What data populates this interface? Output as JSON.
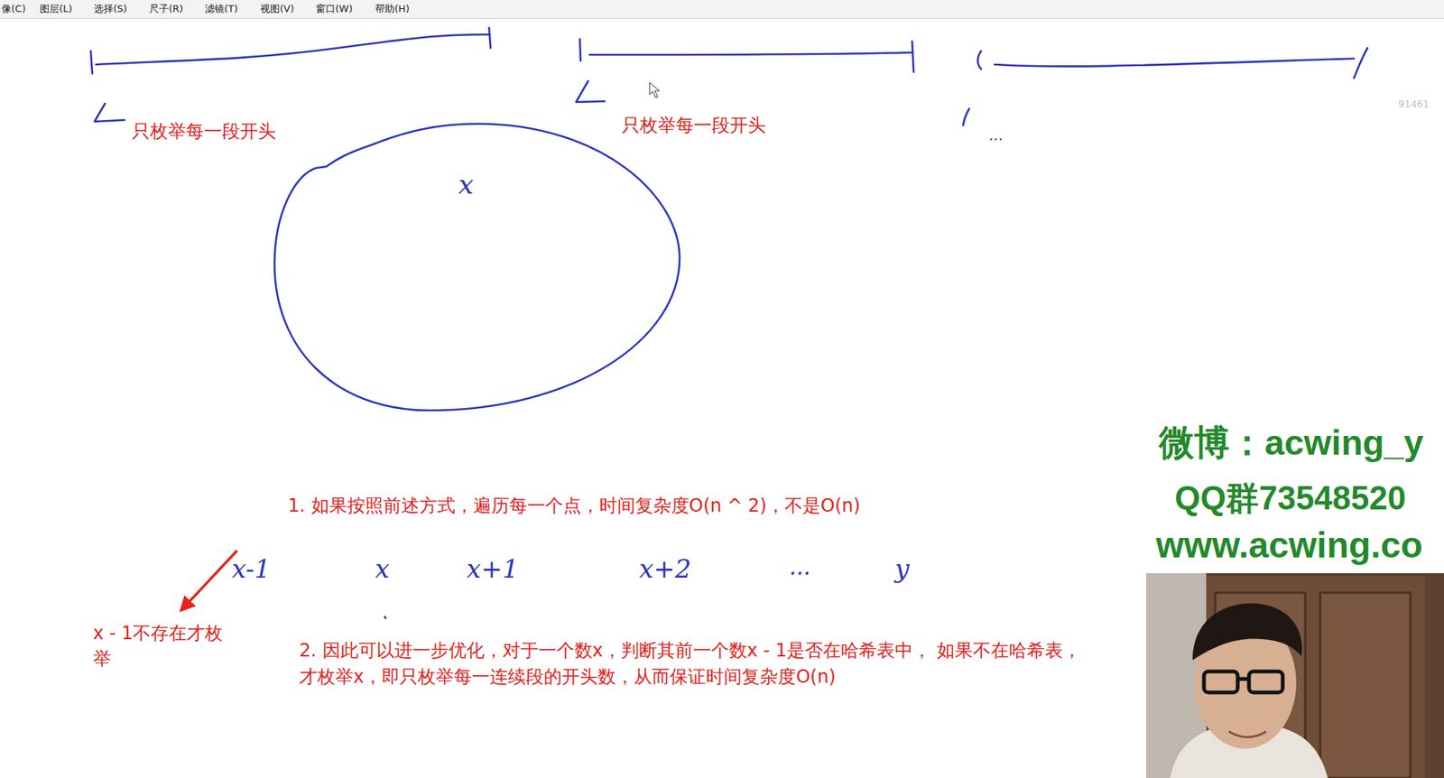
{
  "diagram": {
    "nodes": [
      {
        "text": [
          "x"
        ]
      }
    ],
    "edges": [],
    "labels": [
      "像(C)",
      "图层(L)",
      "选择(S)",
      "尺子(R)",
      "滤镜(T)",
      "视图(V)",
      "窗口(W)",
      "帮助(H)",
      "只枚举每一段开头",
      "只枚举每一段开头",
      "...",
      "91461",
      "1. 如果按照前述方式，遍历每一个点，时间复杂度O(n ^ 2)，不是O(n)",
      "x-1",
      "x",
      "x+1",
      "x+2",
      "...",
      "y",
      "x - 1不存在才枚举",
      "2. 因此可以进一步优化，对于一个数x，判断其前一个数x - 1是否在哈希表中， 如果不在哈希表，才枚举x，即只枚举每一连续段的开头数，从而保证时间复杂度O(n)",
      "微博：acwing_y",
      "QQ群73548520",
      "www.acwing.co"
    ]
  }
}
